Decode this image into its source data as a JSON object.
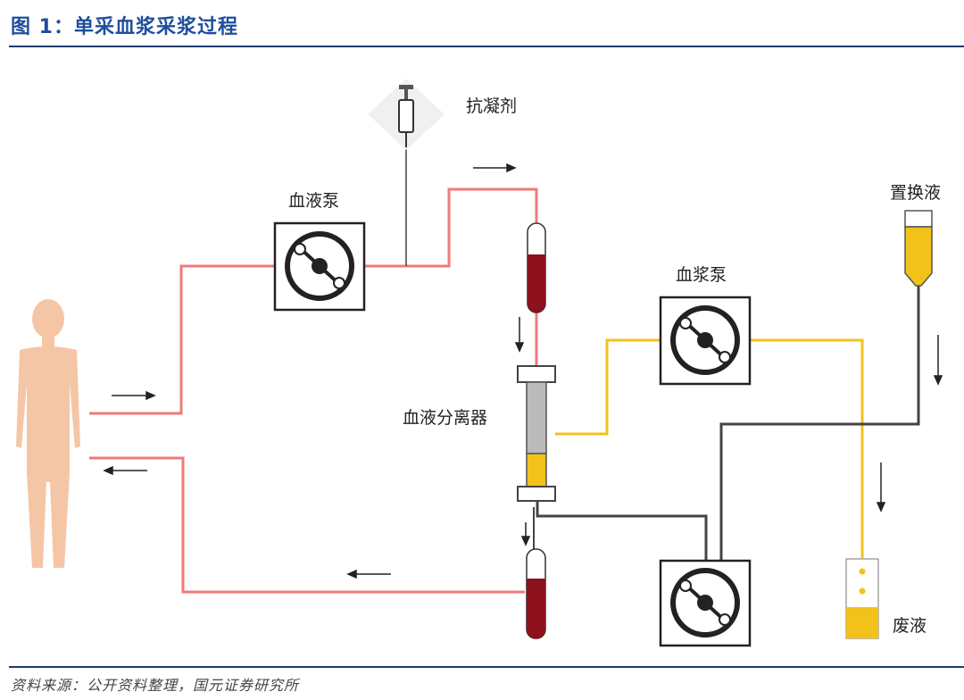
{
  "header": {
    "title": "图 1：单采血浆采浆过程"
  },
  "footer": {
    "source": "资料来源：公开资料整理，国元证券研究所"
  },
  "labels": {
    "anticoagulant": "抗凝剂",
    "blood_pump": "血液泵",
    "plasma_pump": "血浆泵",
    "separator": "血液分离器",
    "replacement_fluid": "置换液",
    "waste_fluid": "废液"
  },
  "colors": {
    "blood_line": "#f07a78",
    "plasma_line": "#f2c21a",
    "waste_line": "#4a4048",
    "blood": "#8c111c",
    "plasma": "#f2c21a",
    "human": "#f5c6a6",
    "title": "#1f4e9c"
  }
}
